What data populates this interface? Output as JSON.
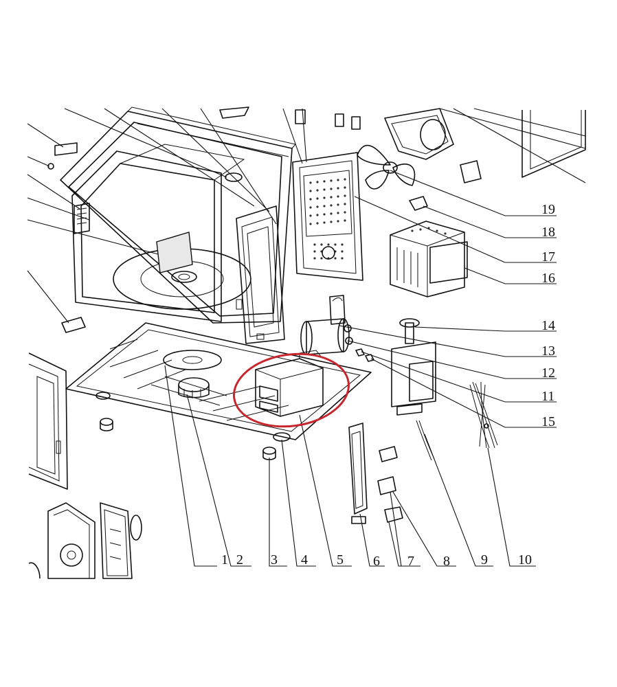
{
  "diagram": {
    "callouts": [
      {
        "id": "1",
        "text": "1"
      },
      {
        "id": "2",
        "text": "2"
      },
      {
        "id": "3",
        "text": "3"
      },
      {
        "id": "4",
        "text": "4"
      },
      {
        "id": "5",
        "text": "5"
      },
      {
        "id": "6",
        "text": "6"
      },
      {
        "id": "7",
        "text": "7"
      },
      {
        "id": "8",
        "text": "8"
      },
      {
        "id": "9",
        "text": "9"
      },
      {
        "id": "10",
        "text": "10"
      },
      {
        "id": "11",
        "text": "11"
      },
      {
        "id": "12",
        "text": "12"
      },
      {
        "id": "13",
        "text": "13"
      },
      {
        "id": "14",
        "text": "14"
      },
      {
        "id": "15",
        "text": "15"
      },
      {
        "id": "16",
        "text": "16"
      },
      {
        "id": "17",
        "text": "17"
      },
      {
        "id": "18",
        "text": "18"
      },
      {
        "id": "19",
        "text": "19"
      }
    ],
    "highlight_color": "#c8262d",
    "line_color": "#111111"
  }
}
